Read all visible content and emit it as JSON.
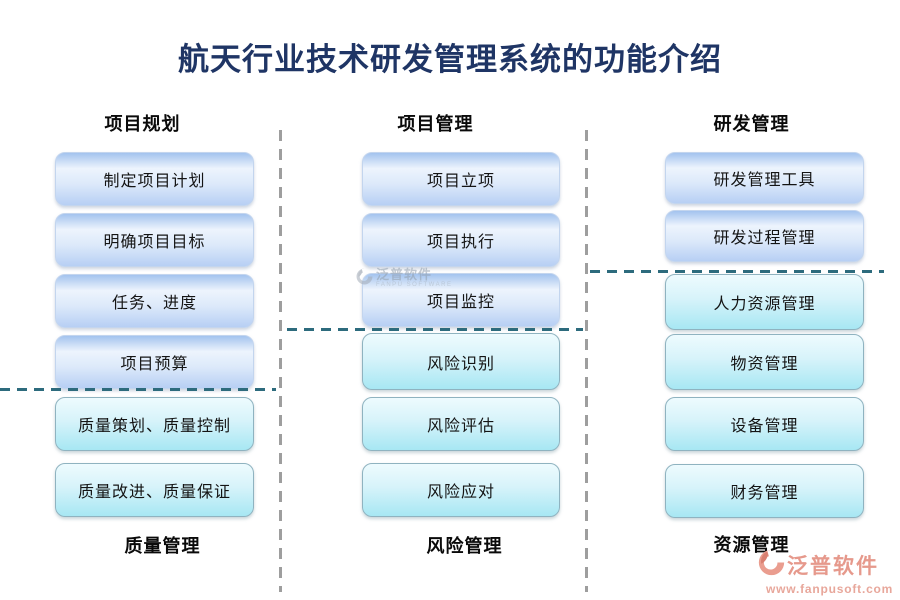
{
  "title": "航天行业技术研发管理系统的功能介绍",
  "columns": [
    {
      "top_header": "项目规划",
      "bottom_header": "质量管理",
      "top_boxes": [
        "制定项目计划",
        "明确项目目标",
        "任务、进度",
        "项目预算"
      ],
      "bottom_boxes": [
        "质量策划、质量控制",
        "质量改进、质量保证"
      ]
    },
    {
      "top_header": "项目管理",
      "bottom_header": "风险管理",
      "top_boxes": [
        "项目立项",
        "项目执行",
        "项目监控"
      ],
      "bottom_boxes": [
        "风险识别",
        "风险评估",
        "风险应对"
      ]
    },
    {
      "top_header": "研发管理",
      "bottom_header": "资源管理",
      "top_boxes": [
        "研发管理工具",
        "研发过程管理"
      ],
      "bottom_boxes": [
        "人力资源管理",
        "物资管理",
        "设备管理",
        "财务管理"
      ]
    }
  ],
  "watermark": {
    "name": "泛普软件",
    "subname": "FANPU SOFTWARE"
  },
  "brand": {
    "name": "泛普软件",
    "url": "www.fanpusoft.com"
  },
  "colors": {
    "title": "#1f3565",
    "blue_box_top": "#a3c3ee",
    "blue_box_bottom": "#b7cff4",
    "cyan_box_top": "#eefbfe",
    "cyan_box_bottom": "#a7e7f3",
    "teal_dash": "#2d6b7d",
    "gray_dash": "#9e9e9e",
    "brand": "#e6998c"
  }
}
